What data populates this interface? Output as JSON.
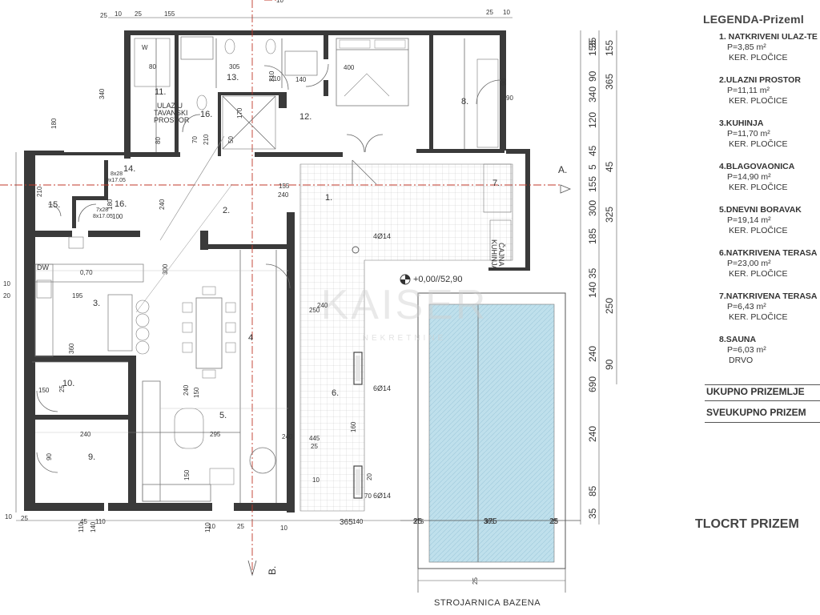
{
  "section_labels": {
    "a": "A.",
    "b": "B."
  },
  "rooms": [
    {
      "id": "r1",
      "label": "1."
    },
    {
      "id": "r2",
      "label": "2."
    },
    {
      "id": "r3",
      "label": "3."
    },
    {
      "id": "r4",
      "label": "4"
    },
    {
      "id": "r5",
      "label": "5."
    },
    {
      "id": "r6",
      "label": "6."
    },
    {
      "id": "r7",
      "label": "7."
    },
    {
      "id": "r8",
      "label": "8."
    },
    {
      "id": "r9",
      "label": "9."
    },
    {
      "id": "r10",
      "label": "10."
    },
    {
      "id": "r11",
      "label": "11."
    },
    {
      "id": "r12",
      "label": "12."
    },
    {
      "id": "r13",
      "label": "13."
    },
    {
      "id": "r14",
      "label": "14."
    },
    {
      "id": "r15",
      "label": "15."
    },
    {
      "id": "r16a",
      "label": "16."
    },
    {
      "id": "r16b",
      "label": "16."
    }
  ],
  "annotations": {
    "attic_access": [
      "ULAZ U",
      "TAVANSKI",
      "PROSTOR"
    ],
    "sauna_kitchen": [
      "ČAJNA",
      "KUHINJA"
    ],
    "elevation": "+0,00//52,90",
    "pool_room": "STROJARNICA BAZENA",
    "pillar_1": "4Ø14",
    "pillar_2": "6Ø14",
    "pillar_3": "6Ø14",
    "window_14": [
      "8x28",
      "9x17.05"
    ],
    "window_16": [
      "7x28",
      "8x17.05"
    ],
    "dw": "DW",
    "w": "W",
    "watermark": "KAISER",
    "watermark_sub": "NEKRETNINE"
  },
  "top_dims": [
    "10",
    "25",
    "155",
    "25",
    "10",
    "25",
    "10"
  ],
  "plan_dims": [
    "305",
    "80",
    "210",
    "400",
    "140",
    "210",
    "170",
    "90",
    "50",
    "80",
    "70",
    "210",
    "340",
    "90",
    "240",
    "180",
    "155",
    "240",
    "180",
    "100",
    "210",
    "0,70",
    "300",
    "195",
    "360",
    "25",
    "150",
    "90",
    "240",
    "295",
    "445",
    "240",
    "10",
    "160",
    "20",
    "70",
    "45",
    "110",
    "140",
    "365",
    "375",
    "25",
    "25",
    "240",
    "150",
    "150",
    "250",
    "240",
    "10",
    "20"
  ],
  "right_dims": {
    "inner": [
      "35",
      "155",
      "90",
      "340",
      "120",
      "45",
      "5",
      "155",
      "300",
      "185",
      "35",
      "140",
      "240",
      "690",
      "240",
      "85",
      "35"
    ],
    "outer": [
      "155",
      "365",
      "45",
      "325",
      "250",
      "90"
    ]
  },
  "bottom_dims": [
    "10",
    "25",
    "110",
    "140",
    "10",
    "110",
    "25",
    "10",
    "365",
    "25",
    "375",
    "25",
    "25"
  ],
  "legend": {
    "title": "LEGENDA-Prizeml",
    "items": [
      {
        "name": "1. NATKRIVENI ULAZ-TE",
        "area": "P=3,85 m²",
        "finish": "KER. PLOČICE"
      },
      {
        "name": "2.ULAZNI PROSTOR",
        "area": "P=11,11 m²",
        "finish": "KER. PLOČICE"
      },
      {
        "name": "3.KUHINJA",
        "area": "P=11,70 m²",
        "finish": "KER. PLOČICE"
      },
      {
        "name": "4.BLAGOVAONICA",
        "area": "P=14,90 m²",
        "finish": "KER. PLOČICE"
      },
      {
        "name": "5.DNEVNI BORAVAK",
        "area": "P=19,14 m²",
        "finish": "KER. PLOČICE"
      },
      {
        "name": "6.NATKRIVENA TERASA",
        "area": "P=23,00 m²",
        "finish": "KER. PLOČICE"
      },
      {
        "name": "7.NATKRIVENA TERASA",
        "area": "P=6,43 m²",
        "finish": "KER. PLOČICE"
      },
      {
        "name": "8.SAUNA",
        "area": "P=6,03 m²",
        "finish": "DRVO"
      }
    ],
    "total_1": "UKUPNO PRIZEMLJE",
    "total_2": "SVEUKUPNO PRIZEM",
    "plan_title": "TLOCRT PRIZEM"
  },
  "colors": {
    "wall": "#3a3a3a",
    "pool": "#b9ddeb",
    "axis": "#c0392b",
    "text": "#333333"
  }
}
